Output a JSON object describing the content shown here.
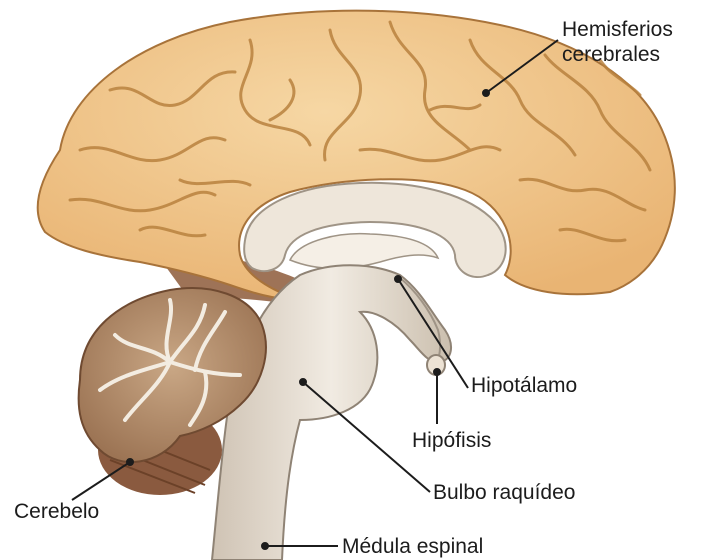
{
  "labels": {
    "hemisferios_line1": "Hemisferios",
    "hemisferios_line2": "cerebrales",
    "hipotalamo": "Hipotálamo",
    "hipofisis": "Hipófisis",
    "bulbo": "Bulbo raquídeo",
    "cerebelo": "Cerebelo",
    "medula": "Médula espinal"
  },
  "colors": {
    "cortex_fill": "#f0c58a",
    "cortex_sulcus": "#b9823f",
    "brainstem_fill": "#e7ddd0",
    "cerebellum_fill": "#b7916f",
    "cerebellum_dark": "#8a5a3f",
    "leader_line": "#1c1c1c"
  }
}
